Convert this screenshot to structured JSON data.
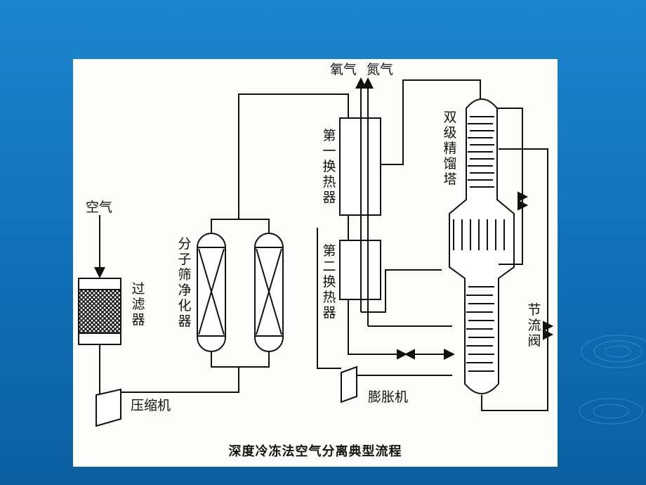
{
  "diagram": {
    "title": "深度冷冻法空气分离典型流程",
    "labels": {
      "air": "空气",
      "filter": "过滤器",
      "compressor": "压缩机",
      "mol_sieve": "分子筛净化器",
      "hx1": "第一换热器",
      "hx2": "第二换热器",
      "oxygen": "氧气",
      "nitrogen": "氮气",
      "column": "双级精馏塔",
      "throttle_valve": "节流阀",
      "expander": "膨胀机"
    }
  },
  "colors": {
    "background": "#1276c0",
    "panel": "#fdfdfb",
    "ink": "#111111"
  }
}
